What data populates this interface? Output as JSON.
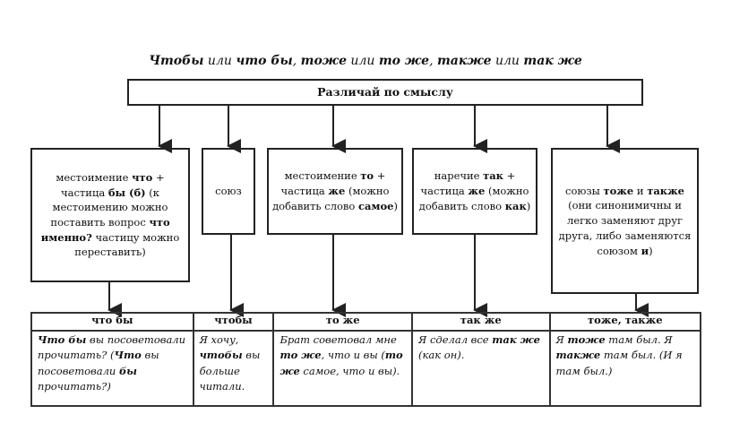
{
  "title": [
    {
      "text": "Чтобы",
      "bold": true
    },
    {
      "text": " или ",
      "bold": false
    },
    {
      "text": "что бы",
      "bold": true
    },
    {
      "text": ", ",
      "bold": false
    },
    {
      "text": "тоже",
      "bold": true
    },
    {
      "text": " или ",
      "bold": false
    },
    {
      "text": "то же",
      "bold": true
    },
    {
      "text": ", ",
      "bold": false
    },
    {
      "text": "также",
      "bold": true
    },
    {
      "text": " или ",
      "bold": false
    },
    {
      "text": "так же",
      "bold": true
    }
  ],
  "header": "Различай по смыслу",
  "boxes": [
    {
      "parts": [
        {
          "t": "местоимение "
        },
        {
          "t": "что",
          "b": true
        },
        {
          "t": " + частица "
        },
        {
          "t": "бы (б)",
          "b": true
        },
        {
          "t": " (к местоимению можно поставить вопрос "
        },
        {
          "t": "что именно?",
          "b": true
        },
        {
          "t": " частицу можно переставить)"
        }
      ]
    },
    {
      "parts": [
        {
          "t": "союз"
        }
      ]
    },
    {
      "parts": [
        {
          "t": "местоимение "
        },
        {
          "t": "то",
          "b": true
        },
        {
          "t": " + частица "
        },
        {
          "t": "же",
          "b": true
        },
        {
          "t": " (можно добавить слово "
        },
        {
          "t": "самое",
          "b": true
        },
        {
          "t": ")"
        }
      ]
    },
    {
      "parts": [
        {
          "t": "наречие "
        },
        {
          "t": "так",
          "b": true
        },
        {
          "t": " + частица "
        },
        {
          "t": "же",
          "b": true
        },
        {
          "t": " (можно добавить слово "
        },
        {
          "t": "как",
          "b": true
        },
        {
          "t": ")"
        }
      ]
    },
    {
      "parts": [
        {
          "t": "союзы "
        },
        {
          "t": "тоже",
          "b": true
        },
        {
          "t": " и "
        },
        {
          "t": "также",
          "b": true
        },
        {
          "t": " (они синонимичны и легко заменяют друг друга, либо заменяются союзом "
        },
        {
          "t": "и",
          "b": true
        },
        {
          "t": ")"
        }
      ]
    }
  ],
  "table": {
    "headers": [
      "что бы",
      "чтобы",
      "то же",
      "так же",
      "тоже, также"
    ],
    "cells": [
      [
        {
          "t": "Что бы",
          "b": true
        },
        {
          "t": " вы посоветовали прочитать? ("
        },
        {
          "t": "Что",
          "b": true
        },
        {
          "t": " вы посоветовали "
        },
        {
          "t": "бы",
          "b": true
        },
        {
          "t": " прочитать?)"
        }
      ],
      [
        {
          "t": "Я хочу, "
        },
        {
          "t": "чтобы",
          "b": true
        },
        {
          "t": " вы больше читали."
        }
      ],
      [
        {
          "t": "Брат советовал мне "
        },
        {
          "t": "то же",
          "b": true
        },
        {
          "t": ", что и вы ("
        },
        {
          "t": "то же",
          "b": true
        },
        {
          "t": " самое, что и вы)."
        }
      ],
      [
        {
          "t": "Я сделал все "
        },
        {
          "t": "так же",
          "b": true
        },
        {
          "t": " (как он)."
        }
      ],
      [
        {
          "t": "Я "
        },
        {
          "t": "тоже",
          "b": true
        },
        {
          "t": " там был. Я "
        },
        {
          "t": "также",
          "b": true
        },
        {
          "t": " там был. (И я там был.)"
        }
      ]
    ]
  }
}
